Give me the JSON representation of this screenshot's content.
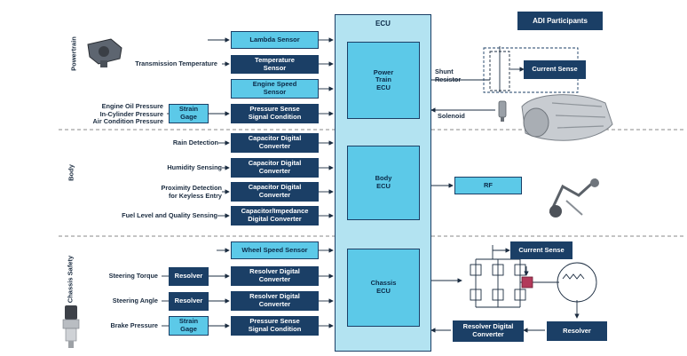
{
  "legend": {
    "label": "ADI Participants"
  },
  "ecu": {
    "title": "ECU"
  },
  "ecus": {
    "powertrain": "Power\nTrain\nECU",
    "body": "Body\nECU",
    "chassis": "Chassis\nECU"
  },
  "sections": {
    "powertrain": "Powertrain",
    "body": "Body",
    "chassis": "Chassis Safety"
  },
  "powertrain": {
    "blocks": [
      "Lambda Sensor",
      "Temperature\nSensor",
      "Engine Speed\nSensor",
      "Pressure Sense\nSignal Condition"
    ],
    "strain_gage": "Strain\nGage",
    "labels": {
      "transmission": "Transmission Temperature",
      "engine_oil": "Engine Oil Pressure\nIn-Cylinder Pressure\nAir Condition Pressure"
    },
    "right": {
      "shunt_resistor": "Shunt\nResistor",
      "current_sense": "Current Sense",
      "solenoid": "Solenoid"
    }
  },
  "body": {
    "blocks": [
      "Capacitor Digital\nConverter",
      "Capacitor Digital\nConverter",
      "Capacitor Digital\nConverter",
      "Capacitor/Impedance\nDigital Converter"
    ],
    "labels": [
      "Rain Detection",
      "Humidity Sensing",
      "Proximity Detection\nfor Keyless Entry",
      "Fuel Level and Quality Sensing"
    ],
    "rf": "RF"
  },
  "chassis": {
    "wheel_speed": "Wheel Speed Sensor",
    "resolver": "Resolver",
    "resolver_digital": "Resolver Digital\nConverter",
    "strain_gage": "Strain\nGage",
    "pressure_sense": "Pressure Sense\nSignal Condition",
    "labels": [
      "Steering Torque",
      "Steering Angle",
      "Brake Pressure"
    ],
    "right": {
      "current_sense": "Current Sense",
      "resolver_digital": "Resolver Digital\nConverter",
      "resolver": "Resolver"
    }
  },
  "colors": {
    "adi_dark": "#1b3f66",
    "adi_light": "#5cc9e8",
    "ecu_fill": "#b3e3f1",
    "divider": "#8a8a8a"
  }
}
